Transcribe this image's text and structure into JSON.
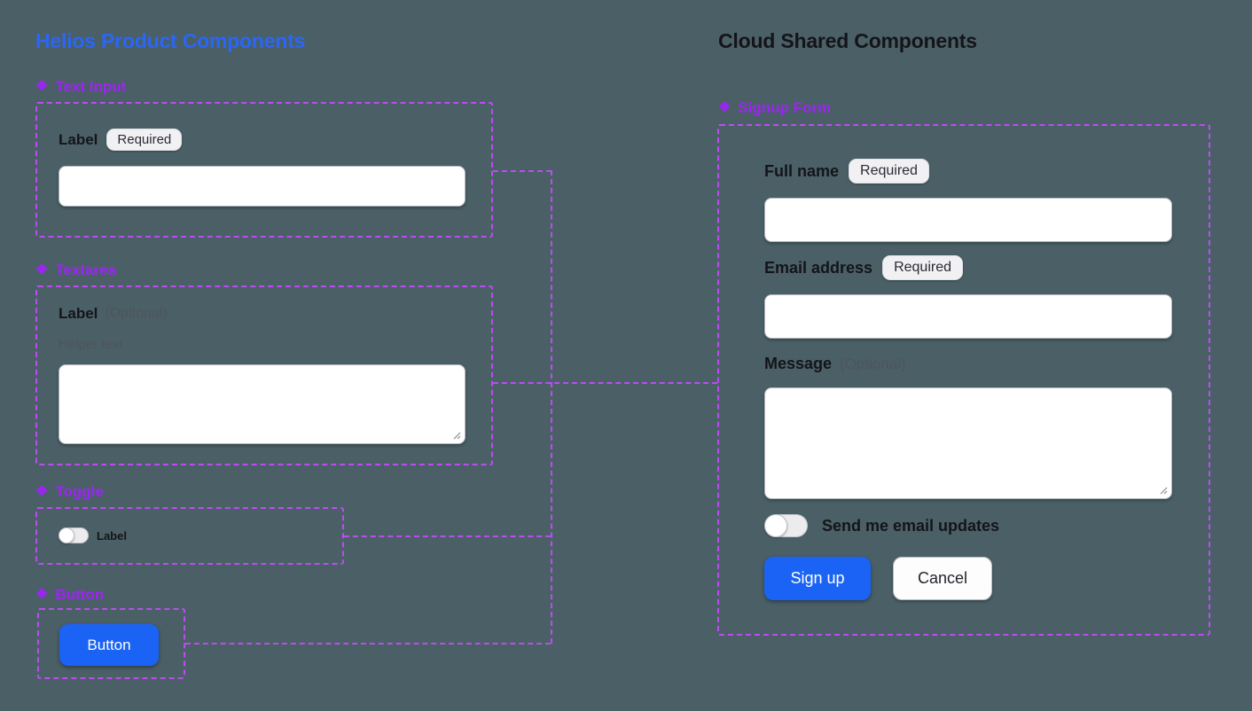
{
  "icons": {
    "component": "❖"
  },
  "colors": {
    "background": "#4a6066",
    "accent_blue": "#1a63f5",
    "heading_blue": "#2b66f5",
    "component_purple": "#9d24f5",
    "outline_purple": "#bc4cf2"
  },
  "helios": {
    "title": "Helios Product Components",
    "text_input": {
      "name": "Text Input",
      "label": "Label",
      "badge": "Required"
    },
    "textarea": {
      "name": "Textarea",
      "label": "Label",
      "optional": "(Optional)",
      "helper": "Helper text"
    },
    "toggle": {
      "name": "Toggle",
      "label": "Label"
    },
    "button": {
      "name": "Button",
      "button_label": "Button"
    }
  },
  "cloud": {
    "title": "Cloud Shared Components",
    "signup": {
      "name": "Signup Form",
      "full_name_label": "Full name",
      "full_name_badge": "Required",
      "email_label": "Email address",
      "email_badge": "Required",
      "message_label": "Message",
      "message_optional": "(Optional)",
      "toggle_label": "Send me email updates",
      "submit_label": "Sign up",
      "cancel_label": "Cancel"
    }
  }
}
